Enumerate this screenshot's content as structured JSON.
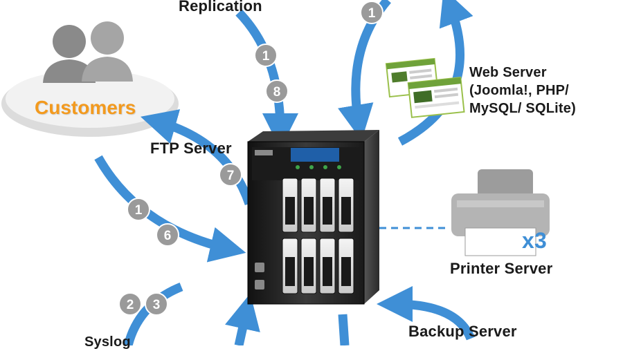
{
  "labels": {
    "replication": "Replication",
    "customers": "Customers",
    "ftp_server": "FTP Server",
    "web_server_line1": "Web Server",
    "web_server_line2": "(Joomla!, PHP/",
    "web_server_line3": "MySQL/ SQLite)",
    "printer_server": "Printer Server",
    "printer_count": "x3",
    "backup_server": "Backup Server",
    "syslog": "Syslog"
  },
  "badges": {
    "top_right": "1",
    "replication_upper": "1",
    "replication_lower": "8",
    "ftp": "7",
    "left_upper": "1",
    "left_lower": "6",
    "syslog_left": "2",
    "syslog_right": "3"
  },
  "colors": {
    "arrow": "#3f8fd6",
    "badge": "#9a9a9a",
    "customers_text": "#f39a1e",
    "nas_body": "#2a2a2a",
    "lcd": "#1f5fa8"
  },
  "icons": [
    "customers-icon",
    "nas-server-icon",
    "printer-icon",
    "website-screenshots-icon"
  ]
}
